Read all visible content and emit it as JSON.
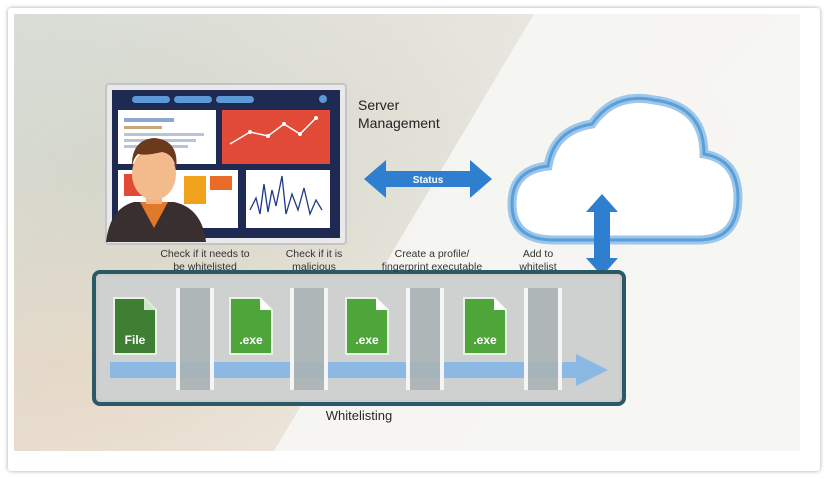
{
  "server": {
    "title_line1": "Server",
    "title_line2": "Management"
  },
  "status_label": "Status",
  "steps": [
    {
      "line1": "Check if it needs to",
      "line2": "be whitelisted"
    },
    {
      "line1": "Check if it is",
      "line2": "malicious"
    },
    {
      "line1": "Create a profile/",
      "line2": "fingerprint executable"
    },
    {
      "line1": "Add to",
      "line2": "whitelist"
    }
  ],
  "files": [
    {
      "label": "File",
      "color": "#3f7f33"
    },
    {
      "label": ".exe",
      "color": "#4ea63b"
    },
    {
      "label": ".exe",
      "color": "#4ea63b"
    },
    {
      "label": ".exe",
      "color": "#4ea63b"
    }
  ],
  "bottom_label": "Whitelisting",
  "colors": {
    "accent_blue": "#2f7fd0",
    "frame_dark": "#2b5a66",
    "cloud_stroke": "#5a9fd8"
  }
}
